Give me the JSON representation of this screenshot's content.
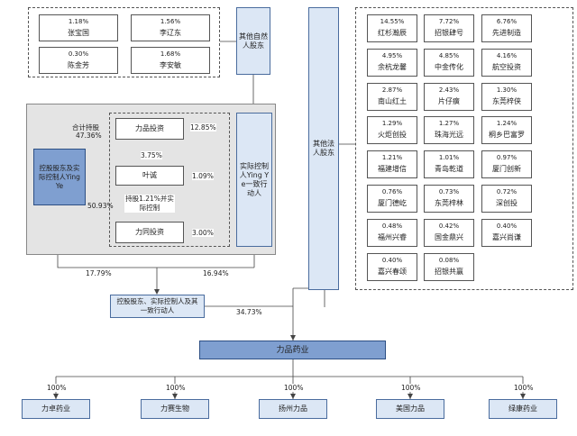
{
  "natural_persons": [
    {
      "pct": "1.18%",
      "name": "张宝国"
    },
    {
      "pct": "1.56%",
      "name": "李辽东"
    },
    {
      "pct": "0.30%",
      "name": "陈金芳"
    },
    {
      "pct": "1.68%",
      "name": "李安敏"
    }
  ],
  "other_natural": "其他自然人股东",
  "other_legal": "其他法人股东",
  "legal_entities": [
    {
      "pct": "14.55%",
      "name": "红杉瀚辰"
    },
    {
      "pct": "7.72%",
      "name": "招银肆号"
    },
    {
      "pct": "6.76%",
      "name": "先进制造"
    },
    {
      "pct": "4.95%",
      "name": "余杭龙馨"
    },
    {
      "pct": "4.85%",
      "name": "中金传化"
    },
    {
      "pct": "4.16%",
      "name": "航空投资"
    },
    {
      "pct": "2.87%",
      "name": "南山红土"
    },
    {
      "pct": "2.43%",
      "name": "片仔癀"
    },
    {
      "pct": "1.30%",
      "name": "东莞梓侠"
    },
    {
      "pct": "1.29%",
      "name": "火炬创投"
    },
    {
      "pct": "1.27%",
      "name": "珠海光远"
    },
    {
      "pct": "1.24%",
      "name": "桐乡巴富罗"
    },
    {
      "pct": "1.21%",
      "name": "福建增信"
    },
    {
      "pct": "1.01%",
      "name": "青岛乾道"
    },
    {
      "pct": "0.97%",
      "name": "厦门创新"
    },
    {
      "pct": "0.76%",
      "name": "厦门德屹"
    },
    {
      "pct": "0.73%",
      "name": "东莞梓林"
    },
    {
      "pct": "0.72%",
      "name": "深创投"
    },
    {
      "pct": "0.48%",
      "name": "福州兴睿"
    },
    {
      "pct": "0.42%",
      "name": "国金鼎兴"
    },
    {
      "pct": "0.40%",
      "name": "嘉兴尚谦"
    },
    {
      "pct": "0.40%",
      "name": "嘉兴春颂"
    },
    {
      "pct": "0.08%",
      "name": "招银共赢"
    }
  ],
  "controller": "控股股东及实际控制人Ying Ye",
  "concert_party": "实际控制人Ying Ye一致行动人",
  "lipin_invest": "力品投资",
  "yecheng": "叶诚",
  "litong_invest": "力同投资",
  "labels": {
    "total_holding": "合计持股",
    "total_pct": "47.36%",
    "pct_5093": "50.93%",
    "pct_375": "3.75%",
    "pct_1285": "12.85%",
    "pct_109": "1.09%",
    "pct_300": "3.00%",
    "holding_note": "持股1.21%并实际控制",
    "pct_1779": "17.79%",
    "pct_1694": "16.94%",
    "pct_3473": "34.73%"
  },
  "group": "控股股东、实际控制人及其一致行动人",
  "company": "力品药业",
  "subsidiaries": [
    {
      "pct": "100%",
      "name": "力卓药业"
    },
    {
      "pct": "100%",
      "name": "力赛生物"
    },
    {
      "pct": "100%",
      "name": "扬州力品"
    },
    {
      "pct": "100%",
      "name": "美国力品"
    },
    {
      "pct": "100%",
      "name": "绿康药业"
    }
  ]
}
